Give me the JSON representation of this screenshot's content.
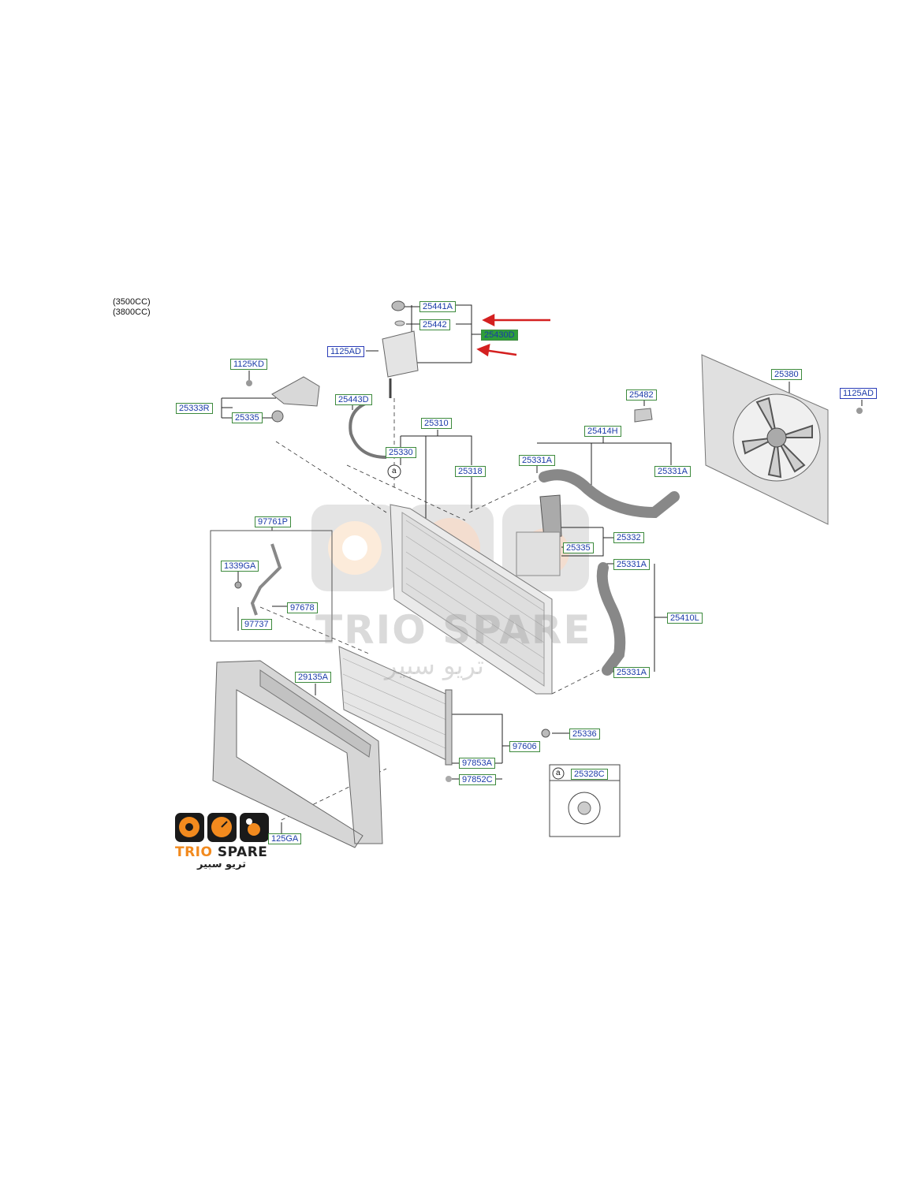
{
  "engine_variants": [
    "(3500CC)",
    "(3800CC)"
  ],
  "parts": {
    "p25441A": "25441A",
    "p25442": "25442",
    "p25430": "25430D",
    "p1125AD_left": "1125AD",
    "p1125KD": "1125KD",
    "p25333R": "25333R",
    "p25335_left": "25335",
    "p25443D": "25443D",
    "p25310": "25310",
    "p25330": "25330",
    "p25318": "25318",
    "p25331A_top": "25331A",
    "p25414H": "25414H",
    "p25331A_right": "25331A",
    "p25482": "25482",
    "p25380": "25380",
    "p1125AD_right": "1125AD",
    "p97761P": "97761P",
    "p1339GA": "1339GA",
    "p97678": "97678",
    "p97737": "97737",
    "p25332": "25332",
    "p25335_mid": "25335",
    "p25331A_lower1": "25331A",
    "p25410L": "25410L",
    "p25331A_lower2": "25331A",
    "p29135A": "29135A",
    "p25336": "25336",
    "p97606": "97606",
    "p97853A": "97853A",
    "p97852C": "97852C",
    "p25328C": "25328C",
    "p1125GA": "125GA"
  },
  "callout_letter": "a",
  "watermark": {
    "brand": "TRIO SPARE",
    "arabic": "تريو سبير"
  },
  "logo": {
    "brand_orange": "TRIO",
    "brand_dark": "SPARE",
    "arabic": "تريو سبير"
  },
  "colors": {
    "label_border_green": "#3d8a3d",
    "label_border_blue": "#2b3db8",
    "label_text": "#1a3aa8",
    "highlight_fill": "#2e9e3a",
    "arrow": "#d42020",
    "brand_orange": "#f28a1e"
  }
}
